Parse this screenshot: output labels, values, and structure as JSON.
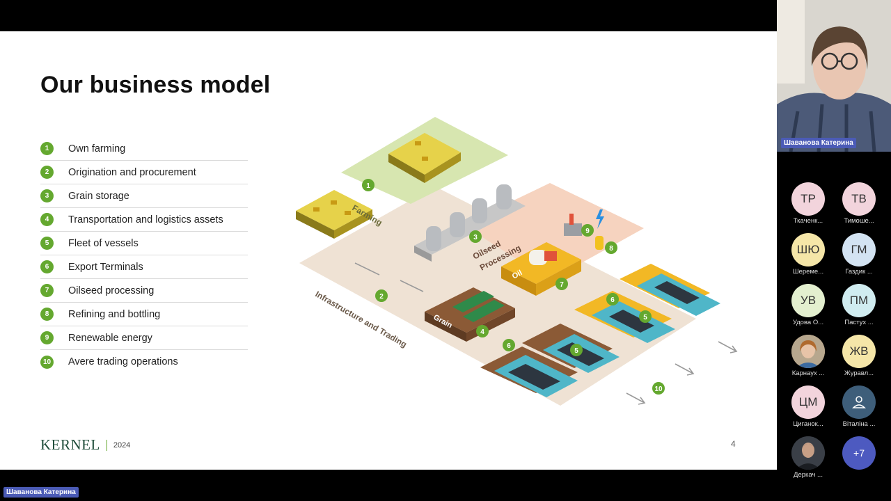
{
  "slide": {
    "title": "Our business model",
    "items": [
      {
        "num": "1",
        "label": "Own farming"
      },
      {
        "num": "2",
        "label": "Origination and procurement"
      },
      {
        "num": "3",
        "label": "Grain storage"
      },
      {
        "num": "4",
        "label": "Transportation and logistics assets"
      },
      {
        "num": "5",
        "label": "Fleet of vessels"
      },
      {
        "num": "6",
        "label": "Export Terminals"
      },
      {
        "num": "7",
        "label": "Oilseed processing"
      },
      {
        "num": "8",
        "label": "Refining and bottling"
      },
      {
        "num": "9",
        "label": "Renewable energy"
      },
      {
        "num": "10",
        "label": "Avere trading operations"
      }
    ],
    "diagram": {
      "farming_label": "Farming",
      "oilseed_label_1": "Oilseed",
      "oilseed_label_2": "Processing",
      "oil_label": "Oil",
      "grain_label": "Grain",
      "infra_label": "Infrastructure and Trading"
    },
    "logo": "KERNEL",
    "year": "2024",
    "page": "4"
  },
  "speaker": {
    "name": "Шаванова Катерина"
  },
  "participants": [
    {
      "initials": "ТР",
      "name": "Ткаченк...",
      "bg": "#f2d4dc"
    },
    {
      "initials": "ТВ",
      "name": "Тимоше...",
      "bg": "#f2d4dc"
    },
    {
      "initials": "ШЮ",
      "name": "Шереме...",
      "bg": "#f5e6a8"
    },
    {
      "initials": "ГМ",
      "name": "Газдик ...",
      "bg": "#d3e3f2"
    },
    {
      "initials": "УВ",
      "name": "Удова О...",
      "bg": "#e3efcf"
    },
    {
      "initials": "ПМ",
      "name": "Пастух ...",
      "bg": "#d0ecf0"
    },
    {
      "initials": "",
      "name": "Карнаух ...",
      "bg": "#c79a6b"
    },
    {
      "initials": "ЖВ",
      "name": "Журавл...",
      "bg": "#f5e6a8"
    },
    {
      "initials": "ЦМ",
      "name": "Циганок...",
      "bg": "#f2d4dc"
    },
    {
      "initials": "",
      "name": "Віталіна ...",
      "bg": "#3e5e7a"
    },
    {
      "initials": "",
      "name": "Деркач ...",
      "bg": "#2b2f36"
    },
    {
      "initials": "+7",
      "name": "",
      "bg": "#4d5ac0"
    }
  ],
  "bottom_speaker": {
    "name": "Шаванова Катерина"
  },
  "colors": {
    "accent_green": "#64a82f",
    "name_tag": "#4b5bb6"
  }
}
